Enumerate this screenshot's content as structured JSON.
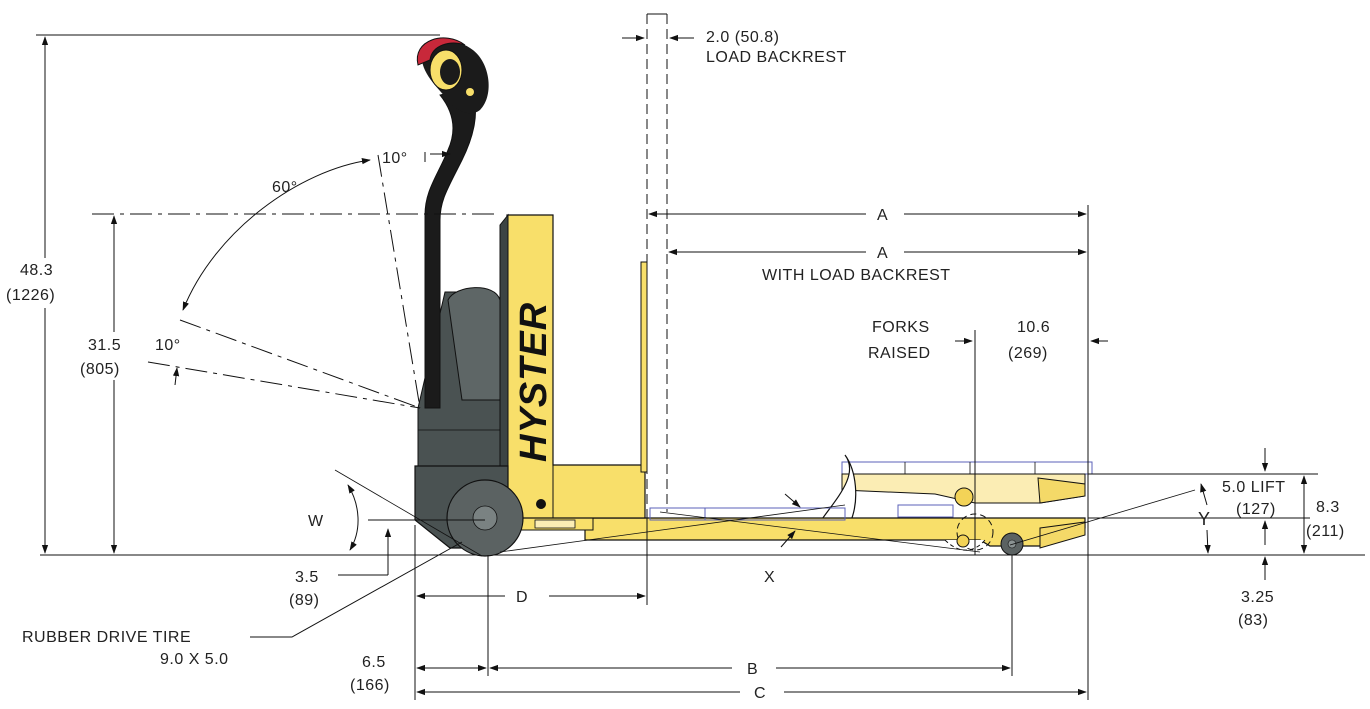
{
  "labels": {
    "height_total": "48.3",
    "height_total_mm": "(1226)",
    "height_backrest": "31.5",
    "height_backrest_mm": "(805)",
    "angle_top": "10°",
    "angle_arc": "60°",
    "angle_low": "10°",
    "load_backrest_dim": "2.0 (50.8)",
    "load_backrest_text": "LOAD BACKREST",
    "dim_a": "A",
    "dim_a2": "A",
    "with_load_backrest": "WITH LOAD BACKREST",
    "forks_raised_1": "FORKS",
    "forks_raised_2": "RAISED",
    "dim_forks_raised": "10.6",
    "dim_forks_raised_mm": "(269)",
    "lift": "5.0 LIFT",
    "lift_mm": "(127)",
    "fork_height": "8.3",
    "fork_height_mm": "(211)",
    "dim_y": "Y",
    "dim_w": "W",
    "dim_x": "X",
    "ground_clear": "3.5",
    "ground_clear_mm": "(89)",
    "fork_lowered": "3.25",
    "fork_lowered_mm": "(83)",
    "dim_d": "D",
    "dim_b": "B",
    "dim_c": "C",
    "offset": "6.5",
    "offset_mm": "(166)",
    "tire_1": "RUBBER DRIVE TIRE",
    "tire_2": "9.0 X 5.0",
    "brand": "HYSTER"
  },
  "colors": {
    "body_yellow": "#f8df6a",
    "fork_pale": "#fbedb4",
    "motor_gray": "#4a5252",
    "tire_gray": "#5b6262",
    "handle_black": "#1b1b1b",
    "grip_red": "#c8283a",
    "pallet_blue": "#5b62b8"
  }
}
